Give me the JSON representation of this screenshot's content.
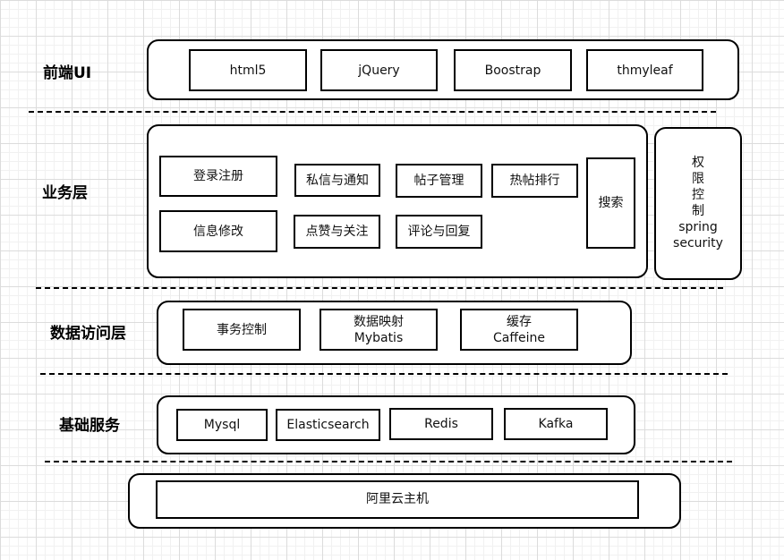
{
  "layers": {
    "frontend": {
      "label": "前端UI",
      "items": [
        "html5",
        "jQuery",
        "Boostrap",
        "thmyleaf"
      ]
    },
    "business": {
      "label": "业务层",
      "items": {
        "login": "登录注册",
        "message": "私信与通知",
        "posts": "帖子管理",
        "hot": "热帖排行",
        "search": "搜索",
        "info": "信息修改",
        "like": "点赞与关注",
        "comment": "评论与回复"
      },
      "security": {
        "chars": [
          "权",
          "限",
          "控",
          "制"
        ],
        "line1": "spring",
        "line2": "security"
      }
    },
    "data_access": {
      "label": "数据访问层",
      "transaction": "事务控制",
      "mapping": {
        "line1": "数据映射",
        "line2": "Mybatis"
      },
      "cache": {
        "line1": "缓存",
        "line2": "Caffeine"
      }
    },
    "infrastructure": {
      "label": "基础服务",
      "items": [
        "Mysql",
        "Elasticsearch",
        "Redis",
        "Kafka"
      ]
    },
    "host": {
      "label": "阿里云主机"
    }
  }
}
